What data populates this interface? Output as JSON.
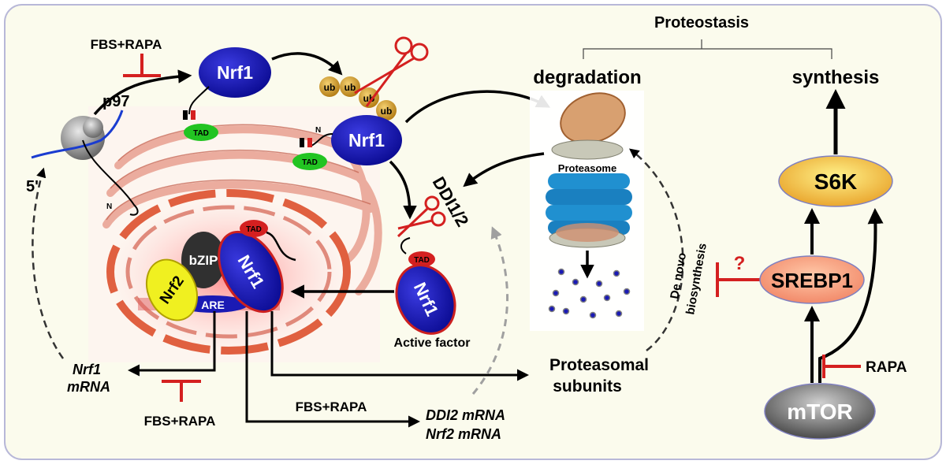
{
  "labels": {
    "proteostasis": "Proteostasis",
    "degradation": "degradation",
    "synthesis": "synthesis",
    "fbs_rapa_top": "FBS+RAPA",
    "p97": "p97",
    "five_prime": "5'",
    "n_terminal_a": "N",
    "n_terminal_b": "N",
    "tad_a": "TAD",
    "tad_b": "TAD",
    "tad_c": "TAD",
    "tad_d": "TAD",
    "ub": "ub",
    "nrf1": "Nrf1",
    "bzip": "bZIP",
    "nrf2": "Nrf2",
    "are": "ARE",
    "ddi12": "DDI1/2",
    "proteasome": "Proteasome",
    "active_factor": "Active factor",
    "proteasomal_subunits_line1": "Proteasomal",
    "proteasomal_subunits_line2": "subunits",
    "de_novo_line1": "De novo",
    "de_novo_line2": "biosynthesis",
    "question": "?",
    "s6k": "S6K",
    "srebp1": "SREBP1",
    "mtor": "mTOR",
    "rapa": "RAPA",
    "nrf1_mrna_line1": "Nrf1",
    "nrf1_mrna_line2": "mRNA",
    "fbs_rapa_bottom_left": "FBS+RAPA",
    "fbs_rapa_bottom_mid": "FBS+RAPA",
    "ddi2_mrna": "DDI2 mRNA",
    "nrf2_mrna": "Nrf2 mRNA"
  },
  "colors": {
    "nrf1_fill": "#1a1ab4",
    "inhibit_red": "#d42020",
    "tad_green": "#22c422",
    "ub_gold": "#d4a020",
    "er_pink": "#e8a090",
    "s6k_orange": "#f0b030",
    "srebp1_salmon": "#f8a080",
    "mtor_grey": "#707070",
    "nrf2_yellow": "#f0f020",
    "bzip_dark": "#303030",
    "proteasome_blue": "#2090d0",
    "background": "#fbfbed"
  }
}
